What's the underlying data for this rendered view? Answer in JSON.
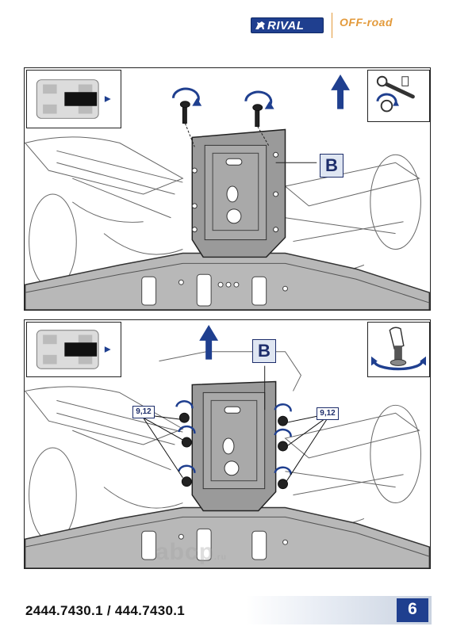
{
  "header": {
    "brand": "RIVAL",
    "sub_brand": "OFF-road",
    "brand_color": "#1f3f8f",
    "sub_brand_color": "#e39a3b"
  },
  "steps": [
    {
      "part_label": "B",
      "inset_left_icon": "atv-top-view-icon",
      "inset_right_icon": "wrench-ratchet-icon",
      "direction_icon": "up-arrow-icon"
    },
    {
      "part_label": "B",
      "fastener_label_left": "9,12",
      "fastener_label_right": "9,12",
      "inset_left_icon": "atv-top-view-icon",
      "inset_right_icon": "hand-tighten-icon",
      "direction_icon": "up-arrow-icon"
    }
  ],
  "footer": {
    "part_numbers": "2444.7430.1 / 444.7430.1",
    "page_number": "6",
    "accent_color": "#1f3f8f"
  },
  "watermark": {
    "text": "abcp",
    "suffix": ".ru"
  }
}
